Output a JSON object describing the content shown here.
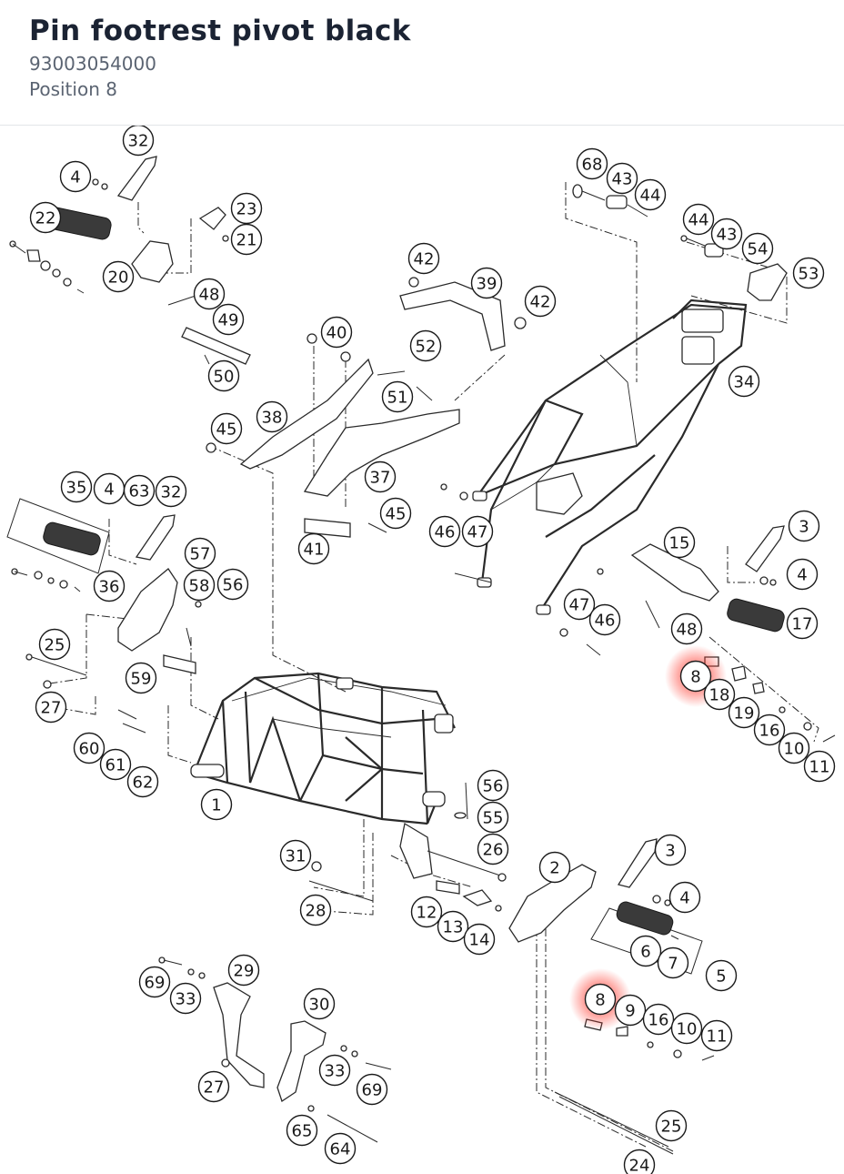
{
  "part": {
    "title": "Pin footrest pivot black",
    "part_number": "93003054000",
    "position": "Position 8"
  },
  "diagram": {
    "highlight_color": "#ff3b30",
    "highlighted_callout": "8",
    "callouts": [
      {
        "id": "c32a",
        "label": "32"
      },
      {
        "id": "c4a",
        "label": "4"
      },
      {
        "id": "c22",
        "label": "22"
      },
      {
        "id": "c23",
        "label": "23"
      },
      {
        "id": "c21",
        "label": "21"
      },
      {
        "id": "c20",
        "label": "20"
      },
      {
        "id": "c48a",
        "label": "48"
      },
      {
        "id": "c49",
        "label": "49"
      },
      {
        "id": "c50",
        "label": "50"
      },
      {
        "id": "c68",
        "label": "68"
      },
      {
        "id": "c43a",
        "label": "43"
      },
      {
        "id": "c44a",
        "label": "44"
      },
      {
        "id": "c44b",
        "label": "44"
      },
      {
        "id": "c43b",
        "label": "43"
      },
      {
        "id": "c54",
        "label": "54"
      },
      {
        "id": "c53",
        "label": "53"
      },
      {
        "id": "c42a",
        "label": "42"
      },
      {
        "id": "c39",
        "label": "39"
      },
      {
        "id": "c42b",
        "label": "42"
      },
      {
        "id": "c40",
        "label": "40"
      },
      {
        "id": "c52",
        "label": "52"
      },
      {
        "id": "c51",
        "label": "51"
      },
      {
        "id": "c34",
        "label": "34"
      },
      {
        "id": "c38",
        "label": "38"
      },
      {
        "id": "c45a",
        "label": "45"
      },
      {
        "id": "c37",
        "label": "37"
      },
      {
        "id": "c45b",
        "label": "45"
      },
      {
        "id": "c41",
        "label": "41"
      },
      {
        "id": "c46a",
        "label": "46"
      },
      {
        "id": "c47a",
        "label": "47"
      },
      {
        "id": "c35",
        "label": "35"
      },
      {
        "id": "c4b",
        "label": "4"
      },
      {
        "id": "c63",
        "label": "63"
      },
      {
        "id": "c32b",
        "label": "32"
      },
      {
        "id": "c57",
        "label": "57"
      },
      {
        "id": "c58",
        "label": "58"
      },
      {
        "id": "c56a",
        "label": "56"
      },
      {
        "id": "c36",
        "label": "36"
      },
      {
        "id": "c3a",
        "label": "3"
      },
      {
        "id": "c4c",
        "label": "4"
      },
      {
        "id": "c15",
        "label": "15"
      },
      {
        "id": "c17",
        "label": "17"
      },
      {
        "id": "c47b",
        "label": "47"
      },
      {
        "id": "c46b",
        "label": "46"
      },
      {
        "id": "c48b",
        "label": "48"
      },
      {
        "id": "c25a",
        "label": "25"
      },
      {
        "id": "c59",
        "label": "59"
      },
      {
        "id": "c27a",
        "label": "27"
      },
      {
        "id": "c8a",
        "label": "8"
      },
      {
        "id": "c18",
        "label": "18"
      },
      {
        "id": "c19",
        "label": "19"
      },
      {
        "id": "c16a",
        "label": "16"
      },
      {
        "id": "c10a",
        "label": "10"
      },
      {
        "id": "c11a",
        "label": "11"
      },
      {
        "id": "c60",
        "label": "60"
      },
      {
        "id": "c61",
        "label": "61"
      },
      {
        "id": "c62",
        "label": "62"
      },
      {
        "id": "c1",
        "label": "1"
      },
      {
        "id": "c56b",
        "label": "56"
      },
      {
        "id": "c55",
        "label": "55"
      },
      {
        "id": "c26",
        "label": "26"
      },
      {
        "id": "c31",
        "label": "31"
      },
      {
        "id": "c2",
        "label": "2"
      },
      {
        "id": "c3b",
        "label": "3"
      },
      {
        "id": "c28",
        "label": "28"
      },
      {
        "id": "c12",
        "label": "12"
      },
      {
        "id": "c13",
        "label": "13"
      },
      {
        "id": "c14",
        "label": "14"
      },
      {
        "id": "c4d",
        "label": "4"
      },
      {
        "id": "c6",
        "label": "6"
      },
      {
        "id": "c7",
        "label": "7"
      },
      {
        "id": "c5",
        "label": "5"
      },
      {
        "id": "c29",
        "label": "29"
      },
      {
        "id": "c69a",
        "label": "69"
      },
      {
        "id": "c33a",
        "label": "33"
      },
      {
        "id": "c30",
        "label": "30"
      },
      {
        "id": "c8b",
        "label": "8"
      },
      {
        "id": "c9",
        "label": "9"
      },
      {
        "id": "c16b",
        "label": "16"
      },
      {
        "id": "c10b",
        "label": "10"
      },
      {
        "id": "c11b",
        "label": "11"
      },
      {
        "id": "c33b",
        "label": "33"
      },
      {
        "id": "c69b",
        "label": "69"
      },
      {
        "id": "c27b",
        "label": "27"
      },
      {
        "id": "c65",
        "label": "65"
      },
      {
        "id": "c64",
        "label": "64"
      },
      {
        "id": "c25b",
        "label": "25"
      },
      {
        "id": "c24",
        "label": "24"
      }
    ]
  }
}
